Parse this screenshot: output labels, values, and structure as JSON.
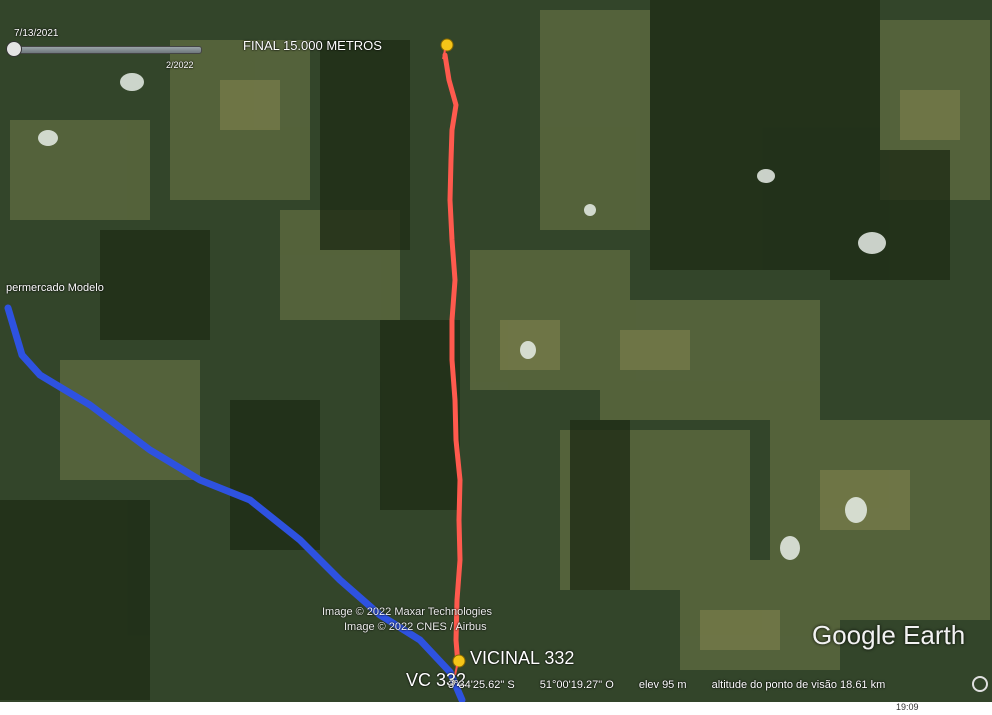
{
  "timeline": {
    "date_label": "7/13/2021",
    "right_label": "2/2022"
  },
  "labels": {
    "final_marker": "FINAL 15.000  METROS",
    "vicinal": "VICINAL 332",
    "vc_label": "VC 332",
    "place": "permercado Modelo"
  },
  "credits": {
    "line1": "Image © 2022 Maxar Technologies",
    "line2": "Image © 2022 CNES / Airbus",
    "watermark": "Google Earth"
  },
  "status_bar": {
    "lat": "3°34'25.62\" S",
    "lon": "51°00'19.27\" O",
    "elev": "elev    95 m",
    "eye_alt": "altitude do ponto de visão  18.61 km"
  },
  "clock": "19:09",
  "colors": {
    "path_red": "#ff5a4e",
    "path_blue": "#2e52e0",
    "pin_yellow": "#f5c518"
  },
  "icons": {
    "pin": "pushpin-icon",
    "compass": "compass-icon"
  }
}
